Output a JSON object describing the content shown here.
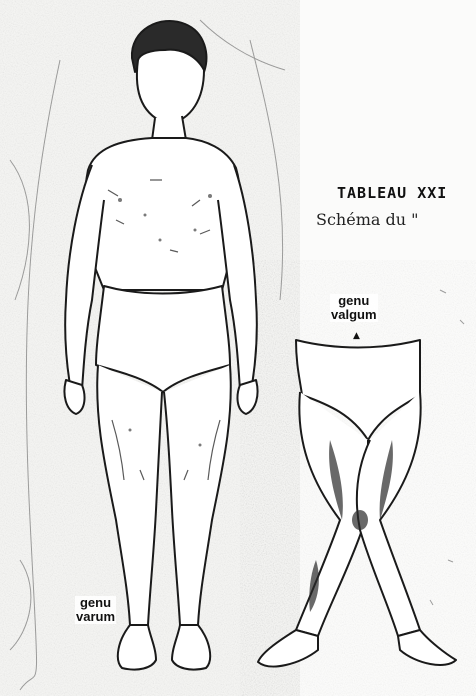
{
  "heading": "TABLEAU XXI",
  "subheading": "Schéma du \"",
  "labels": {
    "valgum_line1": "genu",
    "valgum_line2": "valgum",
    "varum_line1": "genu",
    "varum_line2": "varum"
  },
  "icons": {
    "valgum_arrow": "triangle-up-icon"
  }
}
